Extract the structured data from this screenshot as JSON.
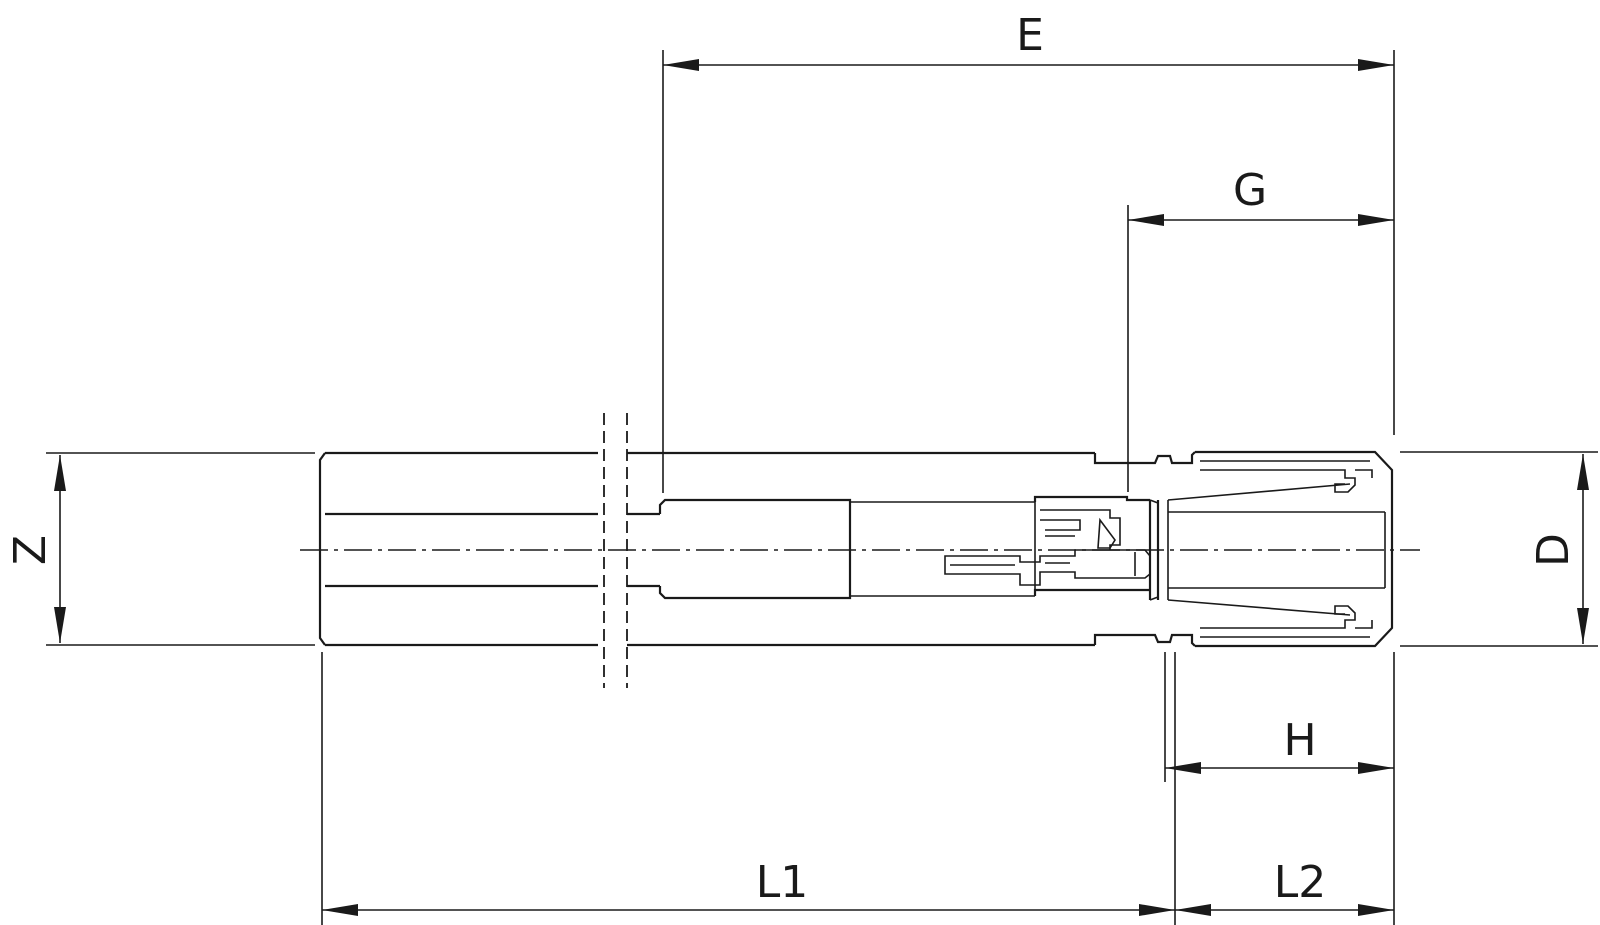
{
  "dimensions": {
    "E": "E",
    "G": "G",
    "H": "H",
    "L1": "L1",
    "L2": "L2",
    "Z": "Z",
    "D": "D"
  },
  "colors": {
    "line": "#1a1a1a",
    "background": "#ffffff"
  }
}
